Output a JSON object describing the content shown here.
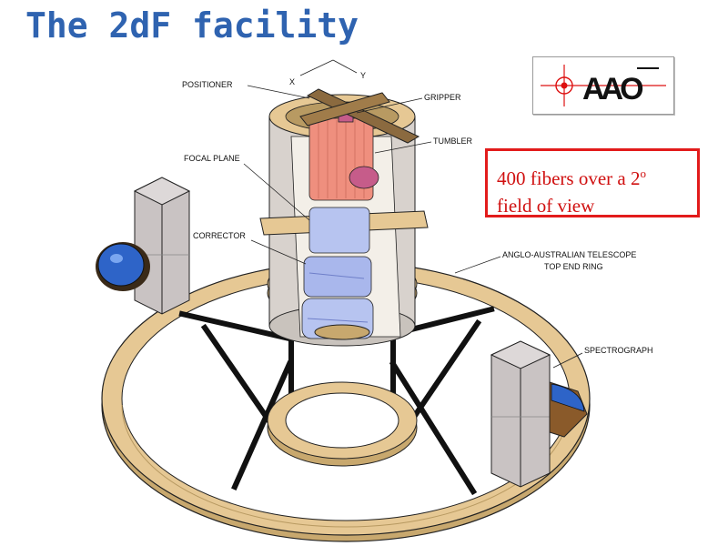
{
  "title": "The 2dF facility",
  "callout": {
    "line1": "400 fibers over a 2",
    "degree": "o",
    "line2": "field of view"
  },
  "labels": {
    "positioner": "POSITIONER",
    "gripper": "GRIPPER",
    "tumbler": "TUMBLER",
    "focal_plane": "FOCAL PLANE",
    "corrector": "CORRECTOR",
    "ring_line1": "ANGLO-AUSTRALIAN TELESCOPE",
    "ring_line2": "TOP END RING",
    "spectrograph": "SPECTROGRAPH",
    "axis_x": "X",
    "axis_y": "Y"
  },
  "logo": {
    "text": "AAO",
    "icon": "aao-logo-icon"
  },
  "colors": {
    "title": "#2f63b0",
    "callout_border": "#e21b1b",
    "callout_text": "#d01010",
    "ring": "#e3c38f",
    "tumbler": "#ef8f7e",
    "optics": "#b7c4f0",
    "spectrograph": "#c9c3c3",
    "lens": "#2e64c8"
  }
}
